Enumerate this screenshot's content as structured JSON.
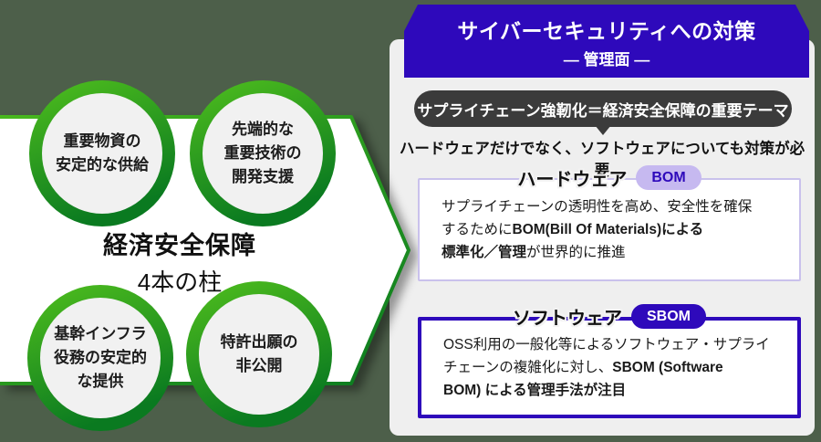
{
  "colors": {
    "background": "#4d5f4a",
    "panel": "#efefef",
    "indigo": "#2e09bb",
    "callout_dark": "#3b3b3b",
    "lavender": "#c9c1ec",
    "lavender_badge": "#c6b9f0",
    "green_bright": "#49b81e",
    "green_dark": "#0a7a20",
    "text_dark": "#1a1a1a",
    "white": "#ffffff"
  },
  "left_diagram": {
    "center_title": "経済安全保障",
    "center_subtitle": "4本の柱",
    "circles": [
      {
        "lines": [
          "重要物資の",
          "安定的な供給"
        ]
      },
      {
        "lines": [
          "先端的な",
          "重要技術の",
          "開発支援"
        ]
      },
      {
        "lines": [
          "基幹インフラ",
          "役務の安定的",
          "な提供"
        ]
      },
      {
        "lines": [
          "特許出願の",
          "非公開"
        ]
      }
    ]
  },
  "right_panel": {
    "banner": {
      "title": "サイバーセキュリティへの対策",
      "subtitle": "― 管理面 ―"
    },
    "callout": "サプライチェーン強靭化＝経済安全保障の重要テーマ",
    "lead": "ハードウェアだけでなく、ソフトウェアについても対策が必要",
    "hardware": {
      "title": "ハードウェア",
      "badge": "BOM",
      "body_lines": [
        [
          {
            "t": "サプライチェーンの透明性を高め、安全性を確保",
            "b": false
          }
        ],
        [
          {
            "t": "するために",
            "b": false
          },
          {
            "t": "BOM(Bill Of Materials)による",
            "b": true
          }
        ],
        [
          {
            "t": "標準化／管理",
            "b": true
          },
          {
            "t": "が世界的に推進",
            "b": false
          }
        ]
      ]
    },
    "software": {
      "title": "ソフトウェア",
      "badge": "SBOM",
      "body_lines": [
        [
          {
            "t": "OSS利用の一般化等によるソフトウェア・サプライ",
            "b": false
          }
        ],
        [
          {
            "t": "チェーンの複雑化に対し、",
            "b": false
          },
          {
            "t": "SBOM (Software",
            "b": true
          }
        ],
        [
          {
            "t": "BOM) による管理手法が注目",
            "b": true
          }
        ]
      ]
    }
  }
}
